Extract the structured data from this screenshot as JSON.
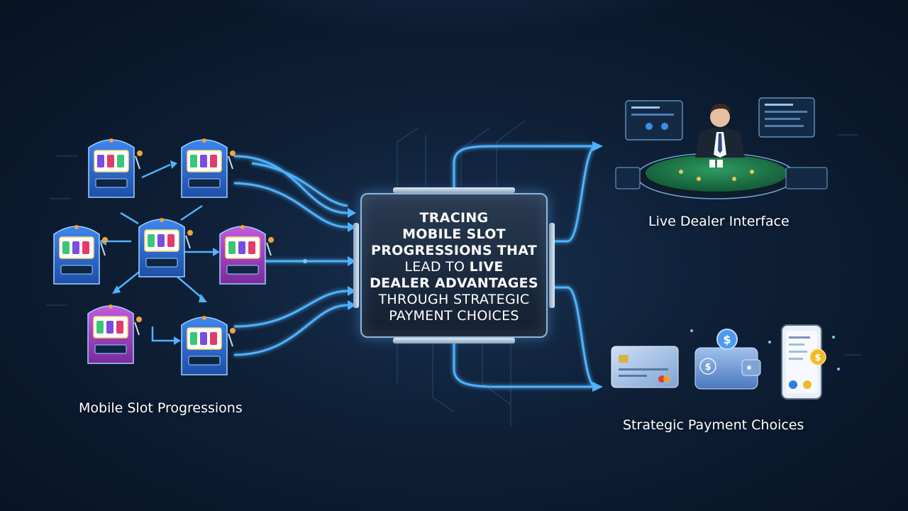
{
  "title_lines": [
    {
      "parts": [
        {
          "text": "TRACING",
          "bold": true
        }
      ]
    },
    {
      "parts": [
        {
          "text": "MOBILE SLOT",
          "bold": true
        }
      ]
    },
    {
      "parts": [
        {
          "text": "PROGRESSIONS THAT",
          "bold": true
        }
      ]
    },
    {
      "parts": [
        {
          "text": "LEAD TO ",
          "bold": false
        },
        {
          "text": "LIVE",
          "bold": true
        }
      ]
    },
    {
      "parts": [
        {
          "text": "DEALER ADVANTAGES",
          "bold": true
        }
      ]
    },
    {
      "parts": [
        {
          "text": "THROUGH STRATEGIC",
          "bold": false
        }
      ]
    },
    {
      "parts": [
        {
          "text": "PAYMENT CHOICES",
          "bold": false
        }
      ]
    }
  ],
  "captions": {
    "slots": "Mobile Slot Progressions",
    "dealer": "Live Dealer Interface",
    "payments": "Strategic Payment Choices"
  },
  "icons": {
    "slot_machines": "slot-machine-icon",
    "dealer": "live-dealer-icon",
    "card": "credit-card-icon",
    "wallet": "wallet-icon",
    "phone": "mobile-phone-icon"
  },
  "colors": {
    "background": "#0e1f36",
    "glow": "#4fb3ff",
    "text": "#ffffff",
    "slot_blue": "#2f6fd8",
    "slot_purple": "#a43fc7",
    "table_green": "#1f7a4a"
  }
}
